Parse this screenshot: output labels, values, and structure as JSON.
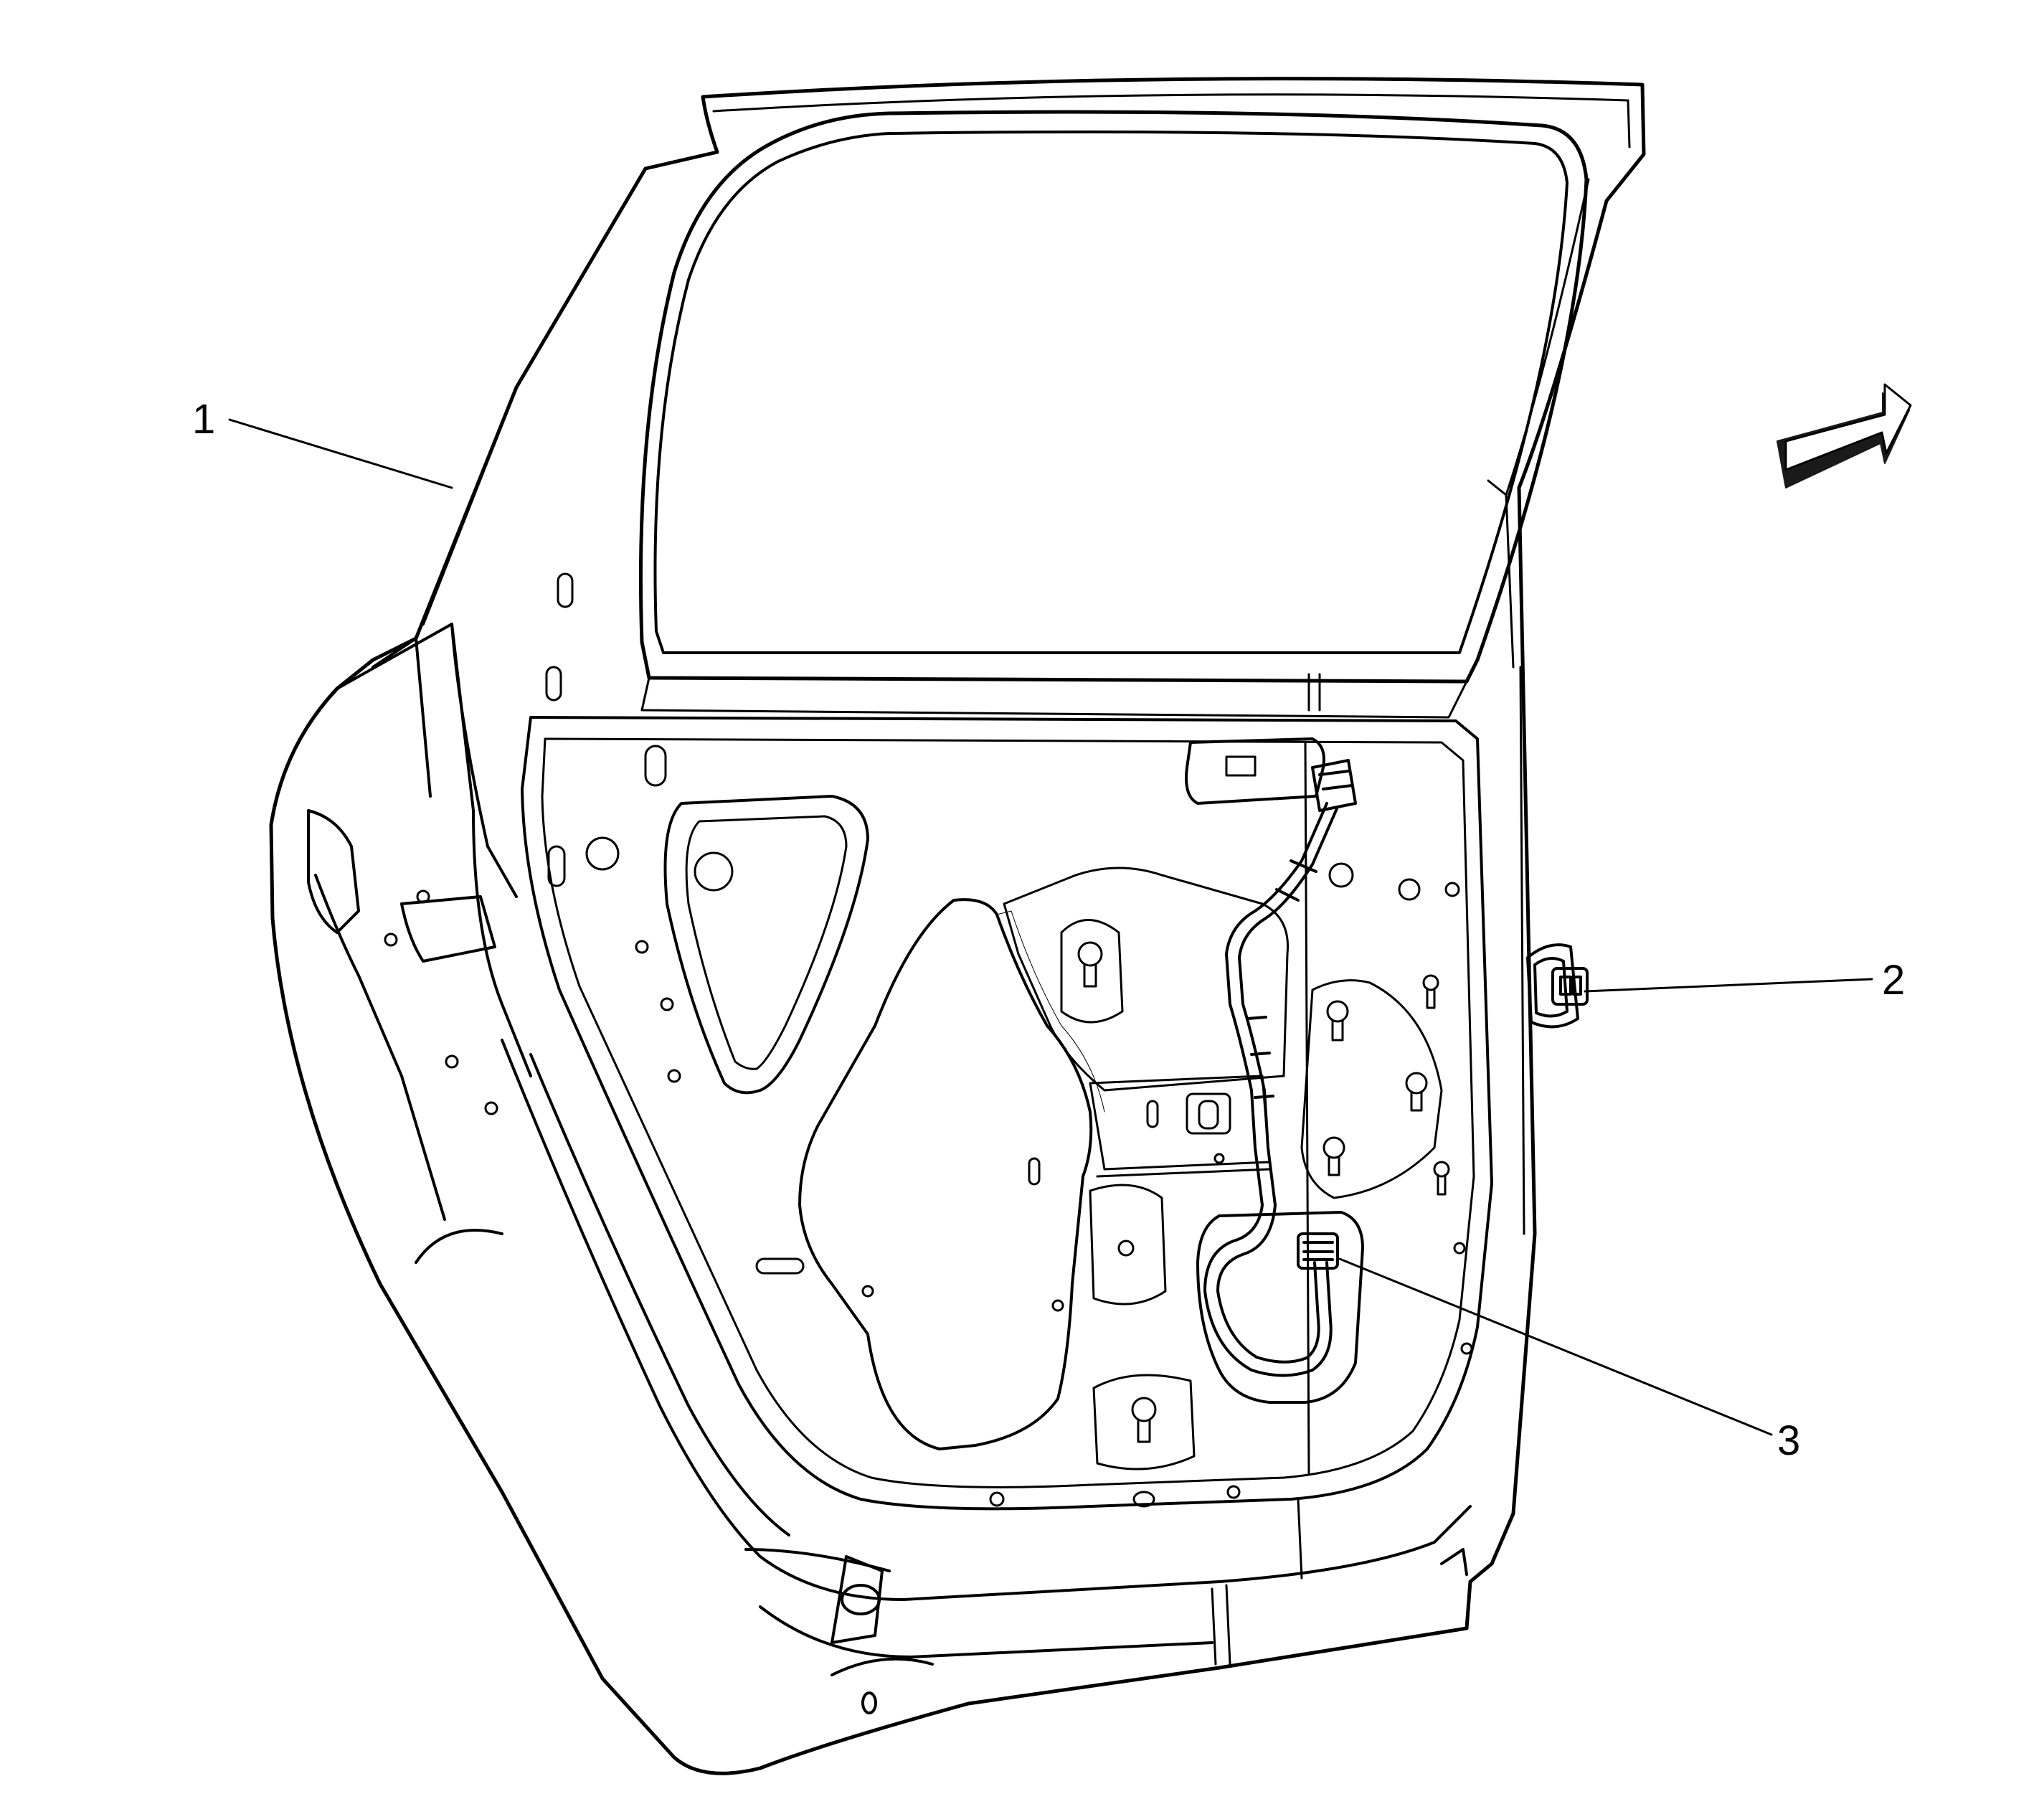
{
  "colors": {
    "line": "#000000",
    "background": "#ffffff",
    "arrow_shadow": "#1a1a1a"
  },
  "callouts": {
    "c1": {
      "label": "1"
    },
    "c2": {
      "label": "2"
    },
    "c3": {
      "label": "3"
    }
  },
  "icons": {
    "direction_arrow": "front-direction-arrow-icon"
  }
}
